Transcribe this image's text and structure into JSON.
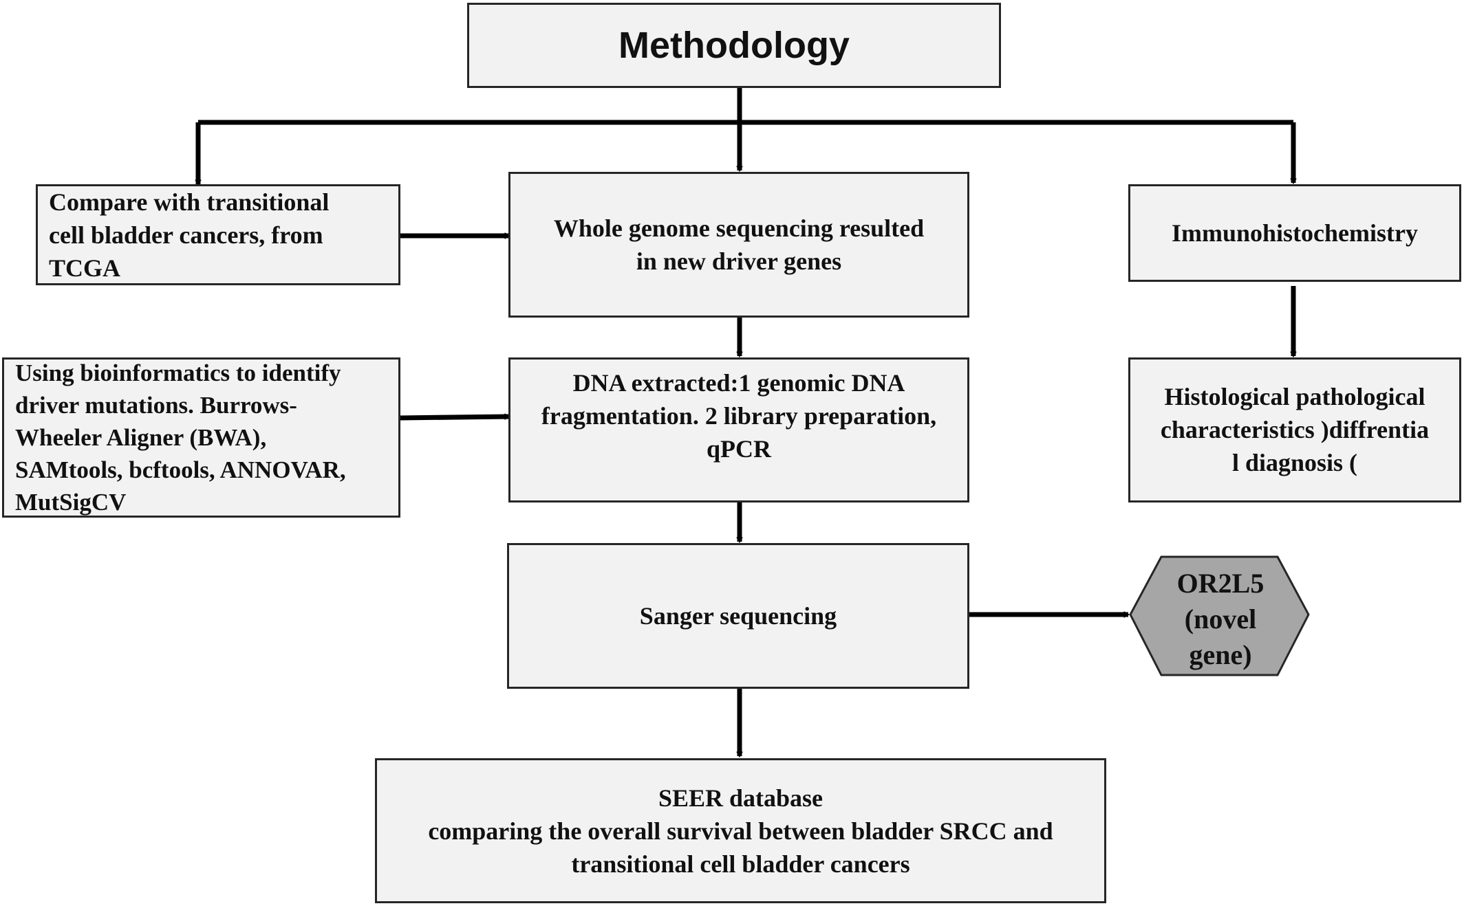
{
  "title": "Methodology",
  "nodes": {
    "tcga": "Compare with transitional\ncell bladder cancers, from\nTCGA",
    "wgs": "Whole genome sequencing resulted\nin new driver genes",
    "ihc": "Immunohistochemistry",
    "bioinfo": "Using bioinformatics to identify\ndriver mutations. Burrows-\nWheeler Aligner (BWA),\nSAMtools, bcftools, ANNOVAR,\nMutSigCV",
    "dna": "DNA extracted:1 genomic DNA\nfragmentation. 2 library preparation,\nqPCR",
    "histo": "Histological pathological\ncharacteristics  )diffrentia\nl diagnosis (",
    "sanger": "Sanger sequencing",
    "novel_gene": "OR2L5\n(novel\ngene)",
    "seer": "SEER database\ncomparing the overall survival between bladder SRCC and\ntransitional cell bladder cancers"
  },
  "colors": {
    "box_fill": "#f2f2f2",
    "border": "#262626",
    "hexagon_fill": "#a6a6a6",
    "arrow": "#000000"
  }
}
